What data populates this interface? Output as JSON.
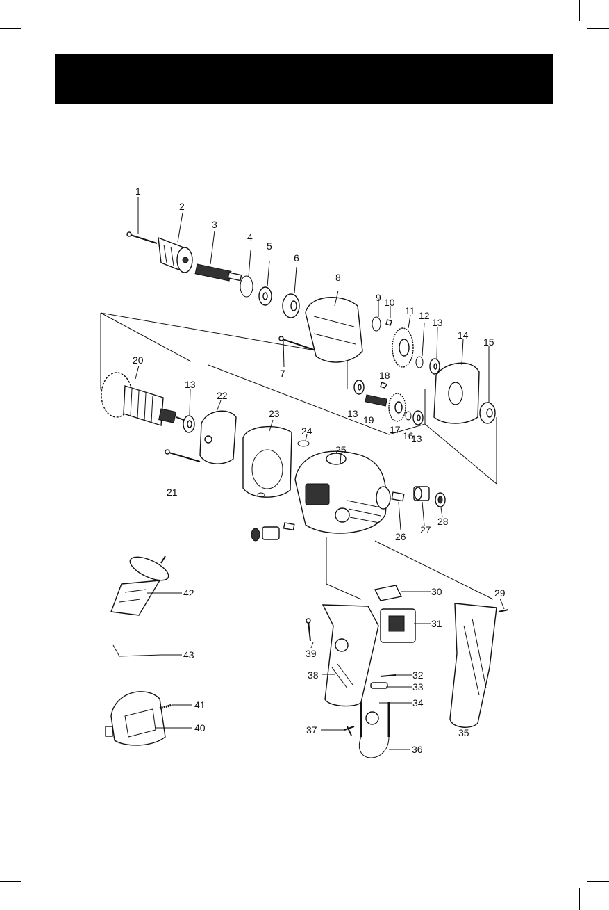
{
  "page": {
    "banner_color": "#000000"
  },
  "labels": [
    "1",
    "2",
    "3",
    "4",
    "5",
    "6",
    "7",
    "8",
    "9",
    "10",
    "11",
    "12",
    "13",
    "14",
    "15",
    "13",
    "18",
    "17",
    "16",
    "13",
    "19",
    "20",
    "13",
    "22",
    "21",
    "23",
    "24",
    "25",
    "26",
    "27",
    "28",
    "29",
    "30",
    "31",
    "39",
    "38",
    "32",
    "33",
    "34",
    "35",
    "37",
    "36",
    "42",
    "43",
    "41",
    "40"
  ]
}
